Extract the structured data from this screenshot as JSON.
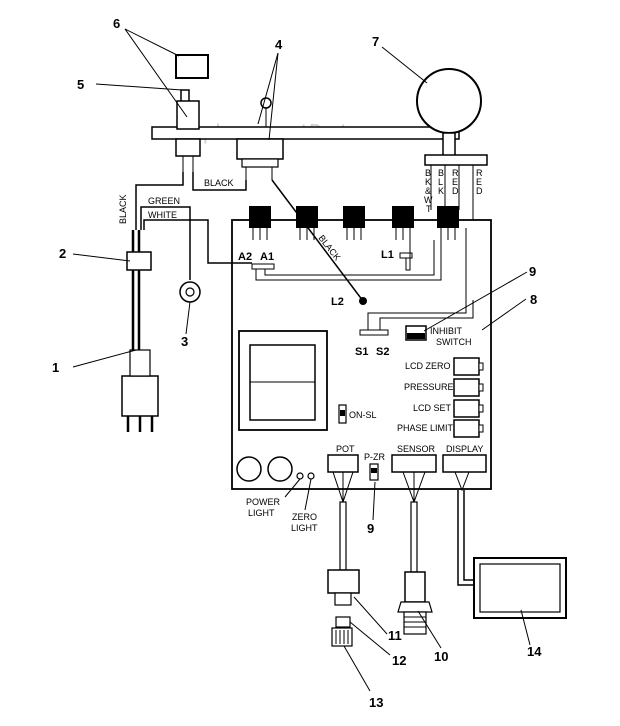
{
  "watermark": "eReplacementParts.com",
  "callouts": {
    "c1": "1",
    "c2": "2",
    "c3": "3",
    "c4": "4",
    "c5": "5",
    "c6": "6",
    "c7": "7",
    "c8": "8",
    "c9a": "9",
    "c9b": "9",
    "c10": "10",
    "c11": "11",
    "c12": "12",
    "c13": "13",
    "c14": "14"
  },
  "wires": {
    "black_vertical": "BLACK",
    "black_switch": "BLACK",
    "black_diagonal": "BLACK",
    "green": "GREEN",
    "white": "WHITE"
  },
  "motor_wires": {
    "bk_w_t": [
      "B",
      "K",
      "&",
      "W",
      "T"
    ],
    "blk": [
      "B",
      "L",
      "K"
    ],
    "red1": [
      "R",
      "E",
      "D"
    ],
    "red2": [
      "R",
      "E",
      "D"
    ]
  },
  "terminals": {
    "a2": "A2",
    "a1": "A1",
    "l1": "L1",
    "l2": "L2",
    "s1": "S1",
    "s2": "S2"
  },
  "board": {
    "inhibit_switch": [
      "INHIBIT",
      "SWITCH"
    ],
    "on_sl": "ON-SL",
    "buttons": [
      "LCD ZERO",
      "PRESSURE",
      "LCD SET",
      "PHASE LIMIT"
    ],
    "pot": "POT",
    "p_zr": "P-ZR",
    "sensor": "SENSOR",
    "display": "DISPLAY",
    "power_light": [
      "POWER",
      "LIGHT"
    ],
    "zero_light": [
      "ZERO",
      "LIGHT"
    ]
  }
}
